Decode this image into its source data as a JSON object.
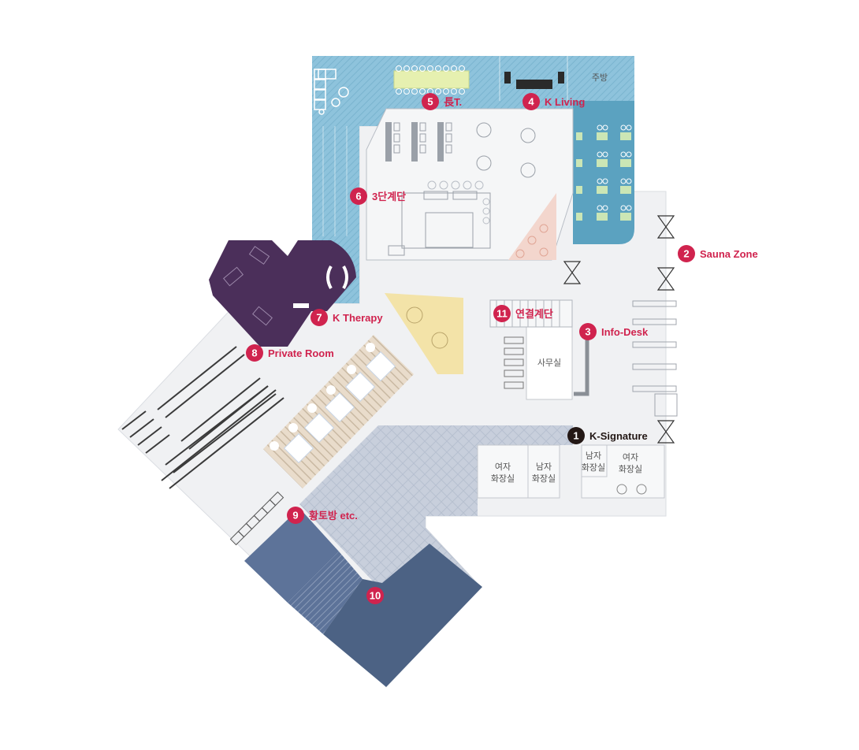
{
  "colors": {
    "accent": "#d0234e",
    "dark_marker": "#231815",
    "water": "#8ec3dc",
    "sauna_blue": "#5ba2c0",
    "purple": "#4b2f5a",
    "navy": "#4c6284",
    "navy_light": "#5d7399",
    "floor": "#f0f1f3",
    "pattern_floor": "#c8cfdc",
    "yellow": "#f3e3a8",
    "peach": "#f3d6cd",
    "wood": "#c9b9a3"
  },
  "rooms": {
    "kitchen": "주방",
    "office": "사무실",
    "womens_restroom_1": "여자\n화장실",
    "mens_restroom": "남자\n화장실",
    "mens_restroom_2": "남자\n화장실",
    "womens_restroom_2": "여자\n화장실"
  },
  "markers": [
    {
      "id": "1",
      "label": "K-Signature",
      "style": "dark"
    },
    {
      "id": "2",
      "label": "Sauna Zone",
      "style": "accent"
    },
    {
      "id": "3",
      "label": "Info-Desk",
      "style": "accent"
    },
    {
      "id": "4",
      "label": "K Living",
      "style": "accent"
    },
    {
      "id": "5",
      "label": "長T.",
      "style": "accent"
    },
    {
      "id": "6",
      "label": "3단계단",
      "style": "accent"
    },
    {
      "id": "7",
      "label": "K Therapy",
      "style": "accent"
    },
    {
      "id": "8",
      "label": "Private Room",
      "style": "accent"
    },
    {
      "id": "9",
      "label": "황토방 etc.",
      "style": "accent"
    },
    {
      "id": "10",
      "label": "",
      "style": "accent"
    },
    {
      "id": "11",
      "label": "연결계단",
      "style": "accent"
    }
  ]
}
